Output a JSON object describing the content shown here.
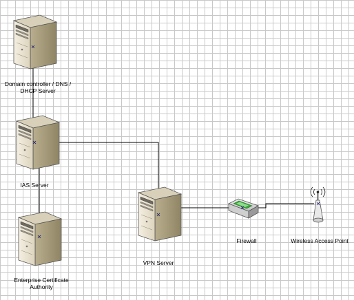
{
  "diagram": {
    "nodes": [
      {
        "id": "dc",
        "label": "Domain controller / DNS /\nDHCP Server",
        "icon": "tower-server-icon"
      },
      {
        "id": "ias",
        "label": "IAS Server",
        "icon": "tower-server-icon"
      },
      {
        "id": "ca",
        "label": "Enterprise Certificate\nAuthority",
        "icon": "tower-server-icon"
      },
      {
        "id": "vpn",
        "label": "VPN Server",
        "icon": "tower-server-icon"
      },
      {
        "id": "fw",
        "label": "Firewall",
        "icon": "firewall-icon"
      },
      {
        "id": "ap",
        "label": "Wireless Access Point",
        "icon": "wireless-access-point-icon"
      }
    ],
    "edges": [
      {
        "from": "dc",
        "to": "ias"
      },
      {
        "from": "ias",
        "to": "ca"
      },
      {
        "from": "ias",
        "to": "vpn"
      },
      {
        "from": "vpn",
        "to": "fw"
      },
      {
        "from": "fw",
        "to": "ap"
      }
    ],
    "colors": {
      "server_front": "#e9e2d0",
      "server_side": "#b2a785",
      "server_top": "#d8d0b9",
      "outline": "#555555",
      "firewall_accent": "#3aa53a",
      "connector": "#000000",
      "grid": "#c8c8c8"
    }
  }
}
